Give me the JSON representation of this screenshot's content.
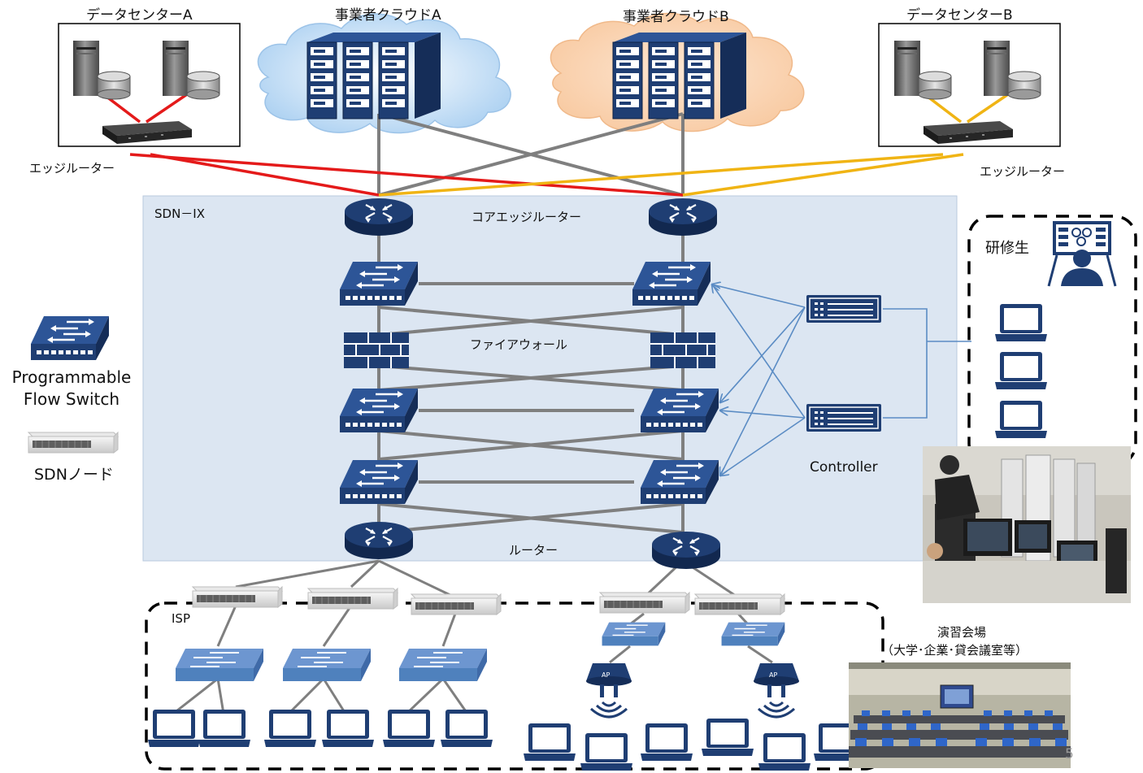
{
  "labels": {
    "dc_a": "データセンターA",
    "cloud_a": "事業者クラウドA",
    "cloud_b": "事業者クラウドB",
    "dc_b": "データセンターB",
    "edge_router_left": "エッジルーター",
    "edge_router_right": "エッジルーター",
    "sdn_ix": "SDN－IX",
    "core_edge_router": "コアエッジルーター",
    "firewall": "ファイアウォール",
    "router": "ルーター",
    "controller": "Controller",
    "trainee": "研修生",
    "pfs_line1": "Programmable",
    "pfs_line2": "Flow Switch",
    "sdn_node": "SDNノード",
    "isp": "ISP",
    "venue_line1": "演習会場",
    "venue_line2": "（大学･企業･貸会議室等）",
    "ap": "AP",
    "page_number": "5"
  },
  "colors": {
    "navy": "#1f3e73",
    "light_blue_device": "#4f81bd",
    "sdn_ix_panel": "#dce6f2",
    "link_gray": "#7f7f7f",
    "link_red": "#e41a1a",
    "link_yellow": "#f0b414",
    "controller_link": "#5b8cc4",
    "cloud_a": "#c6e0f7",
    "cloud_b": "#fbd5b5"
  },
  "icons": {
    "server": "server-tower-icon",
    "disk": "disk-storage-icon",
    "router": "router-icon",
    "switch": "flow-switch-icon",
    "firewall": "firewall-icon",
    "controller": "controller-icon",
    "sdn_node": "sdn-node-icon",
    "laptop": "laptop-icon",
    "ap": "access-point-icon",
    "wifi": "wifi-signal-icon",
    "trainee_monitor": "trainee-monitor-icon",
    "photo_lab": "lab-photo",
    "photo_venue": "venue-photo"
  }
}
